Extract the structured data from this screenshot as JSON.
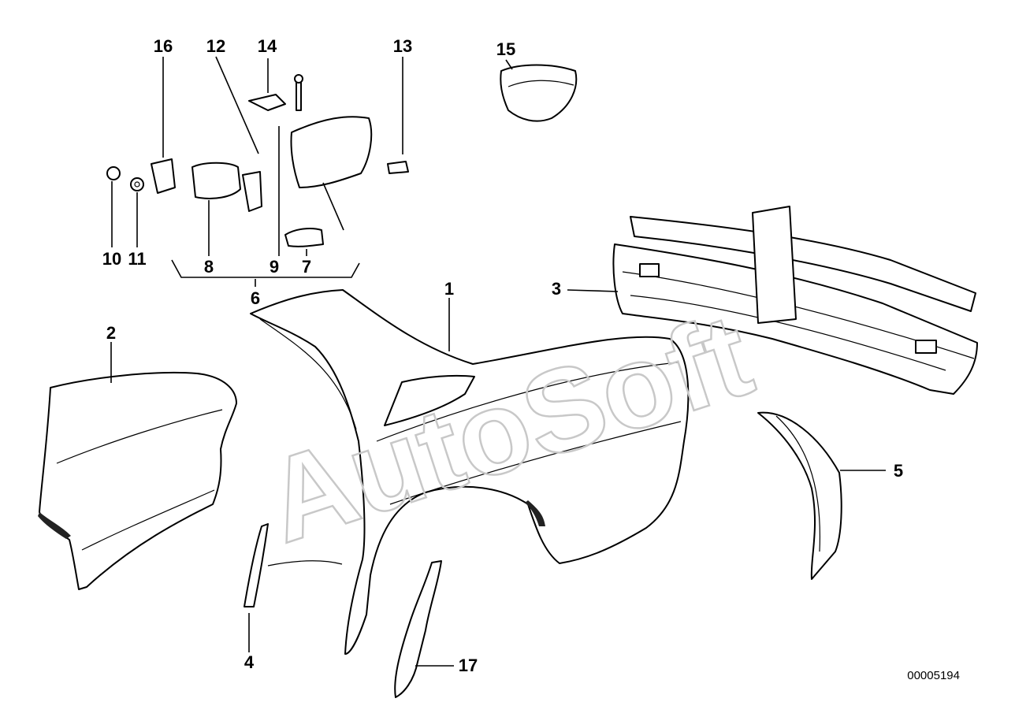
{
  "watermark": "AutoSoft",
  "document_number": "00005194",
  "callouts": [
    "1",
    "2",
    "3",
    "4",
    "5",
    "6",
    "7",
    "8",
    "9",
    "10",
    "11",
    "12",
    "13",
    "14",
    "15",
    "16",
    "17"
  ],
  "colors": {
    "ink": "#000000",
    "watermark": "#c8c8c8",
    "background": "#ffffff"
  }
}
